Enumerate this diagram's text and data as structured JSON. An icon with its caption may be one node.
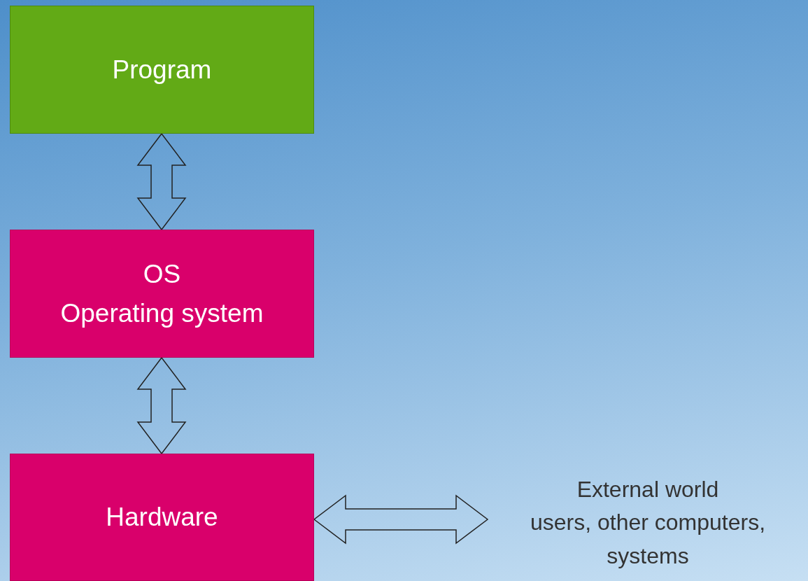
{
  "diagram": {
    "nodes": [
      {
        "text": [
          "Program"
        ]
      },
      {
        "text": [
          "OS",
          "Operating system"
        ]
      },
      {
        "text": [
          "Hardware"
        ]
      },
      {
        "text": [
          "External world",
          "users, other computers, systems"
        ]
      }
    ],
    "edges": [
      {
        "from": 0,
        "to": 1,
        "arrow": "both"
      },
      {
        "from": 1,
        "to": 2,
        "arrow": "both"
      },
      {
        "from": 2,
        "to": 3,
        "arrow": "both"
      }
    ]
  }
}
